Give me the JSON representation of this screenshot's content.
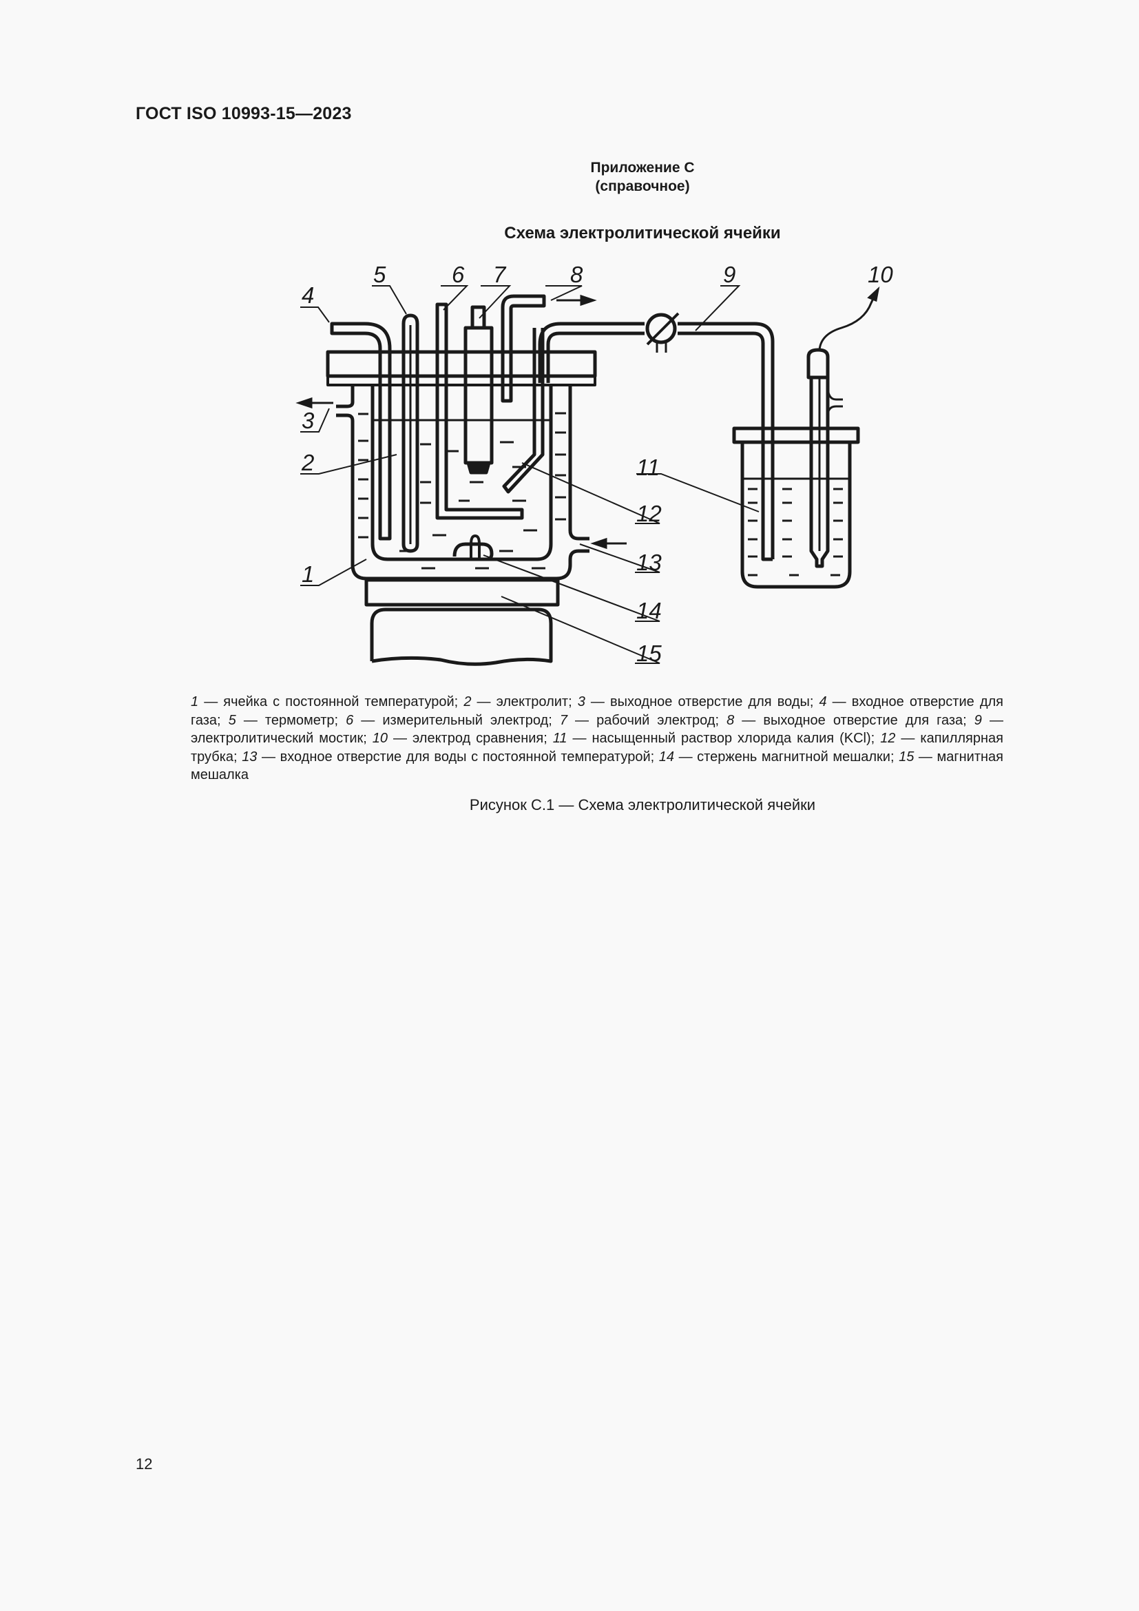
{
  "header": {
    "doc_id": "ГОСТ ISO 10993-15—2023"
  },
  "annex": {
    "title": "Приложение С",
    "subtitle": "(справочное)"
  },
  "section": {
    "title": "Схема электролитической ячейки"
  },
  "figure": {
    "callouts": [
      "1",
      "2",
      "3",
      "4",
      "5",
      "6",
      "7",
      "8",
      "9",
      "10",
      "11",
      "12",
      "13",
      "14",
      "15"
    ],
    "legend": [
      {
        "num": "1",
        "text": "ячейка с постоянной температурой"
      },
      {
        "num": "2",
        "text": "электролит"
      },
      {
        "num": "3",
        "text": "выходное отверстие для воды"
      },
      {
        "num": "4",
        "text": "входное отверстие для газа"
      },
      {
        "num": "5",
        "text": "термометр"
      },
      {
        "num": "6",
        "text": "измерительный электрод"
      },
      {
        "num": "7",
        "text": "рабочий электрод"
      },
      {
        "num": "8",
        "text": "выходное отверстие для газа"
      },
      {
        "num": "9",
        "text": "электролитический мостик"
      },
      {
        "num": "10",
        "text": "электрод сравнения"
      },
      {
        "num": "11",
        "text": "насыщенный раствор хлорида калия (KCl)"
      },
      {
        "num": "12",
        "text": "капиллярная трубка"
      },
      {
        "num": "13",
        "text": "входное отверстие для воды с постоянной температурой"
      },
      {
        "num": "14",
        "text": "стержень магнитной мешалки"
      },
      {
        "num": "15",
        "text": "магнитная мешалка"
      }
    ],
    "legend_lines": {
      "l1a": "1",
      "l1b": " — ячейка с постоянной температурой; ",
      "l1c": "2",
      "l1d": " — электролит; ",
      "l1e": "3",
      "l1f": " — выходное отверстие для воды; ",
      "l1g": "4",
      "l1h": " — входное отверстие для газа; ",
      "l2a": "5",
      "l2b": " — термометр; ",
      "l2c": "6",
      "l2d": " — измерительный электрод; ",
      "l2e": "7",
      "l2f": " — рабочий электрод; ",
      "l2g": "8",
      "l2h": " — выходное отверстие для газа; ",
      "l3a": "9",
      "l3b": " — электролитический мостик; ",
      "l3c": "10",
      "l3d": " — электрод сравнения; ",
      "l3e": "11",
      "l3f": " — насыщенный раствор хлорида калия (KCl); ",
      "l4a": "12",
      "l4b": " — капиллярная трубка; ",
      "l4c": "13",
      "l4d": " — входное отверстие для воды с постоянной температурой; ",
      "l4e": "14",
      "l4f": " — стержень магнитной мешалки; ",
      "l5a": "15",
      "l5b": " — магнитная мешалка"
    },
    "caption": "Рисунок С.1 — Схема электролитической ячейки"
  },
  "footer": {
    "page_number": "12"
  },
  "colors": {
    "ink": "#1a1a1a",
    "paper": "#f9f9f9"
  }
}
